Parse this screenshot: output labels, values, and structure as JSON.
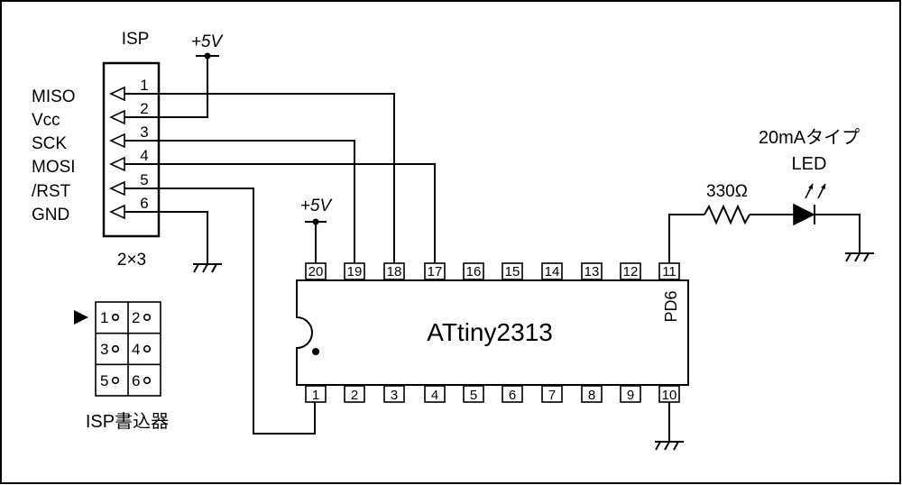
{
  "isp": {
    "title": "ISP",
    "size_label": "2×3",
    "signals": [
      "MISO",
      "Vcc",
      "SCK",
      "MOSI",
      "/RST",
      "GND"
    ],
    "pin_numbers": [
      "1",
      "2",
      "3",
      "4",
      "5",
      "6"
    ]
  },
  "supply": {
    "label": "+5V"
  },
  "chip": {
    "name": "ATtiny2313",
    "pd6_label": "PD6",
    "top_pins": [
      "20",
      "19",
      "18",
      "17",
      "16",
      "15",
      "14",
      "13",
      "12",
      "11"
    ],
    "bottom_pins": [
      "1",
      "2",
      "3",
      "4",
      "5",
      "6",
      "7",
      "8",
      "9",
      "10"
    ]
  },
  "resistor": {
    "label": "330Ω"
  },
  "led": {
    "label_line1": "20mAタイプ",
    "label_line2": "LED"
  },
  "connector_view": {
    "caption": "ISP書込器",
    "cells": [
      "1",
      "2",
      "3",
      "4",
      "5",
      "6"
    ]
  }
}
